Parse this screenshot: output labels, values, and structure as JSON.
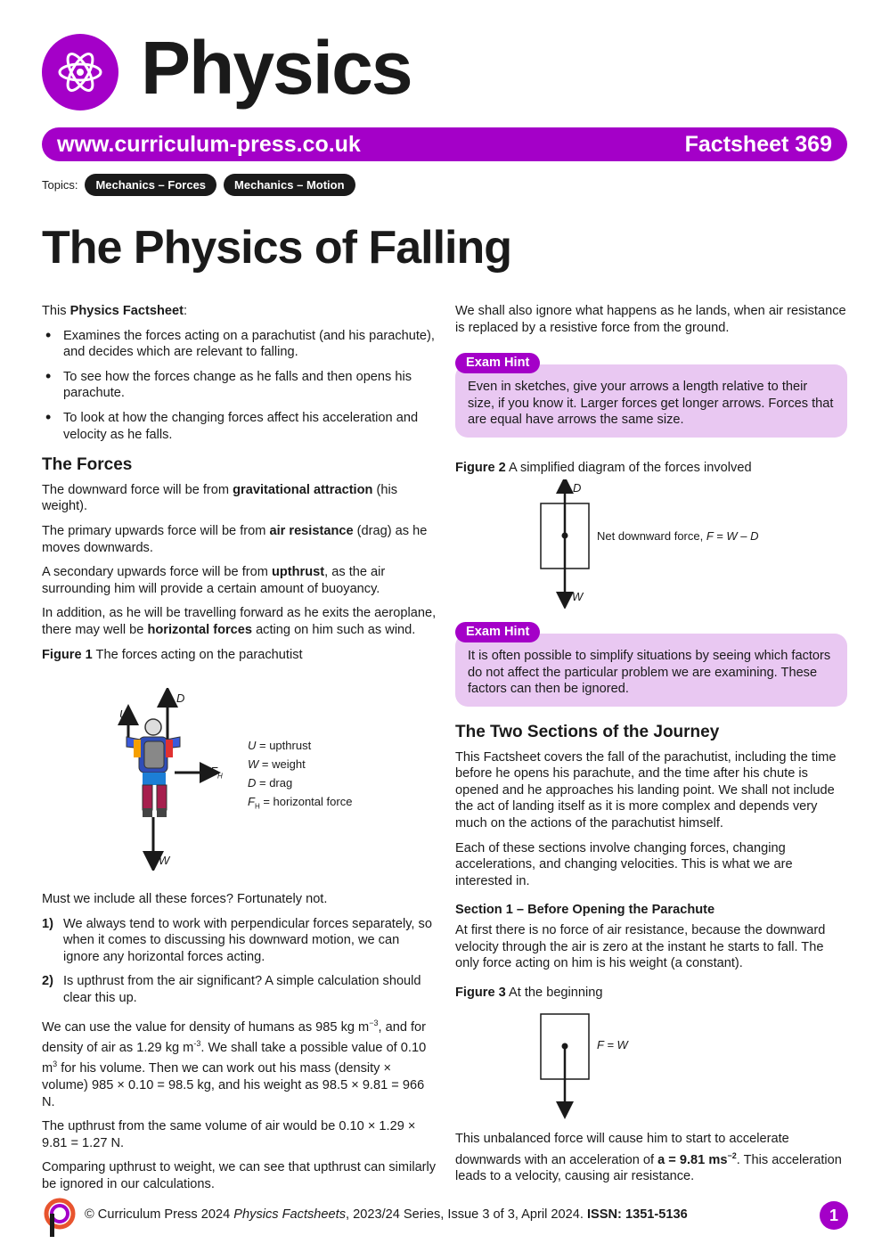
{
  "header": {
    "subject": "Physics",
    "url": "www.curriculum-press.co.uk",
    "factsheet": "Factsheet 369",
    "topics_label": "Topics:",
    "topics": [
      "Mechanics – Forces",
      "Mechanics – Motion"
    ],
    "title": "The Physics of Falling"
  },
  "left": {
    "intro_prefix": "This ",
    "intro_bold": "Physics Factsheet",
    "intro_suffix": ":",
    "bullets": [
      "Examines the forces acting on a parachutist (and his parachute), and decides which are relevant to falling.",
      "To see how the forces change as he falls and then opens his parachute.",
      "To look at how the changing forces affect his acceleration and velocity as he falls."
    ],
    "forces_heading": "The Forces",
    "p1_a": "The downward force will be from ",
    "p1_b": "gravitational attraction",
    "p1_c": " (his weight).",
    "p2_a": "The primary upwards force will be from ",
    "p2_b": "air resistance",
    "p2_c": " (drag) as he moves downwards.",
    "p3_a": "A secondary upwards force will be from ",
    "p3_b": "upthrust",
    "p3_c": ", as the air surrounding him will provide a certain amount of buoyancy.",
    "p4_a": "In addition, as he will be travelling forward as he exits the aeroplane, there may well be ",
    "p4_b": "horizontal forces",
    "p4_c": " acting on him such as wind.",
    "fig1_label": "Figure 1",
    "fig1_caption": " The forces acting on the parachutist",
    "fig1_legend": [
      {
        "sym": "U",
        "text": " = upthrust"
      },
      {
        "sym": "W",
        "text": " = weight"
      },
      {
        "sym": "D",
        "text": " = drag"
      },
      {
        "sym": "F",
        "sub": "H",
        "text": " = horizontal force"
      }
    ],
    "fig1_arrow_labels": {
      "U": "U",
      "D": "D",
      "F": "F",
      "Fsub": "H",
      "W": "W"
    },
    "p5": "Must we include all these forces? Fortunately not.",
    "numbered": [
      {
        "n": "1)",
        "text": "We always tend to work with perpendicular forces separately, so when it comes to discussing his downward motion, we can ignore any horizontal forces acting."
      },
      {
        "n": "2)",
        "text": "Is upthrust from the air significant? A simple calculation should clear this up."
      }
    ],
    "p6_a": "We can use the value for density of humans as 985 kg m",
    "p6_sup1": "−3",
    "p6_b": ", and for density of air as 1.29 kg m",
    "p6_sup2": "-3",
    "p6_c": ". We shall take a possible value of 0.10 m",
    "p6_sup3": "3",
    "p6_d": " for his volume. Then we can work out his mass (density × volume) 985 × 0.10 = 98.5 kg, and his weight as 98.5 × 9.81 = 966 N.",
    "p7": "The upthrust from the same volume of air would be 0.10 × 1.29 × 9.81 = 1.27 N.",
    "p8": "Comparing upthrust to weight, we can see that upthrust can similarly be ignored in our calculations."
  },
  "right": {
    "p1": "We shall also ignore what happens as he lands, when air resistance is replaced by a resistive force from the ground.",
    "hint1_tag": "Exam Hint",
    "hint1": "Even in sketches, give your arrows a length relative to their size, if you know it. Larger forces get longer arrows. Forces that are equal have arrows the same size.",
    "fig2_label": "Figure 2",
    "fig2_caption": " A simplified diagram of the forces involved",
    "fig2_D": "D",
    "fig2_W": "W",
    "fig2_net_a": "Net downward force, ",
    "fig2_net_b": "F = W – D",
    "hint2_tag": "Exam Hint",
    "hint2": "It is often possible to simplify situations by seeing which factors do not affect the particular problem we are examining. These factors can then be ignored.",
    "sections_heading": "The Two Sections of the Journey",
    "p2": "This Factsheet covers the fall of the parachutist, including the time before he opens his parachute, and the time after his chute is opened and he approaches his landing point. We shall not include the act of landing itself as it is more complex and depends very much on the actions of the parachutist himself.",
    "p3": "Each of these sections involve changing forces, changing accelerations, and changing velocities. This is what we are interested in.",
    "sec1_heading": "Section 1 – Before Opening the Parachute",
    "p4": "At first there is no force of air resistance, because the downward velocity through the air is zero at the instant he starts to fall. The only force acting on him is his weight (a constant).",
    "fig3_label": "Figure 3",
    "fig3_caption": " At the beginning",
    "fig3_eq": "F = W",
    "p5_a": "This unbalanced force will cause him to start to accelerate downwards with an acceleration of ",
    "p5_b": "a = 9.81 ms",
    "p5_sup": "−2",
    "p5_c": ". This acceleration leads to a velocity, causing air resistance."
  },
  "footer": {
    "copy": "© Curriculum Press 2024 ",
    "series_italic": "Physics Factsheets",
    "issue": ", 2023/24 Series, Issue 3 of 3, April 2024. ",
    "issn": "ISSN: 1351-5136",
    "page": "1"
  },
  "colors": {
    "accent": "#a400c8",
    "hint_bg": "#e9c8f2",
    "text": "#1a1a1a"
  }
}
